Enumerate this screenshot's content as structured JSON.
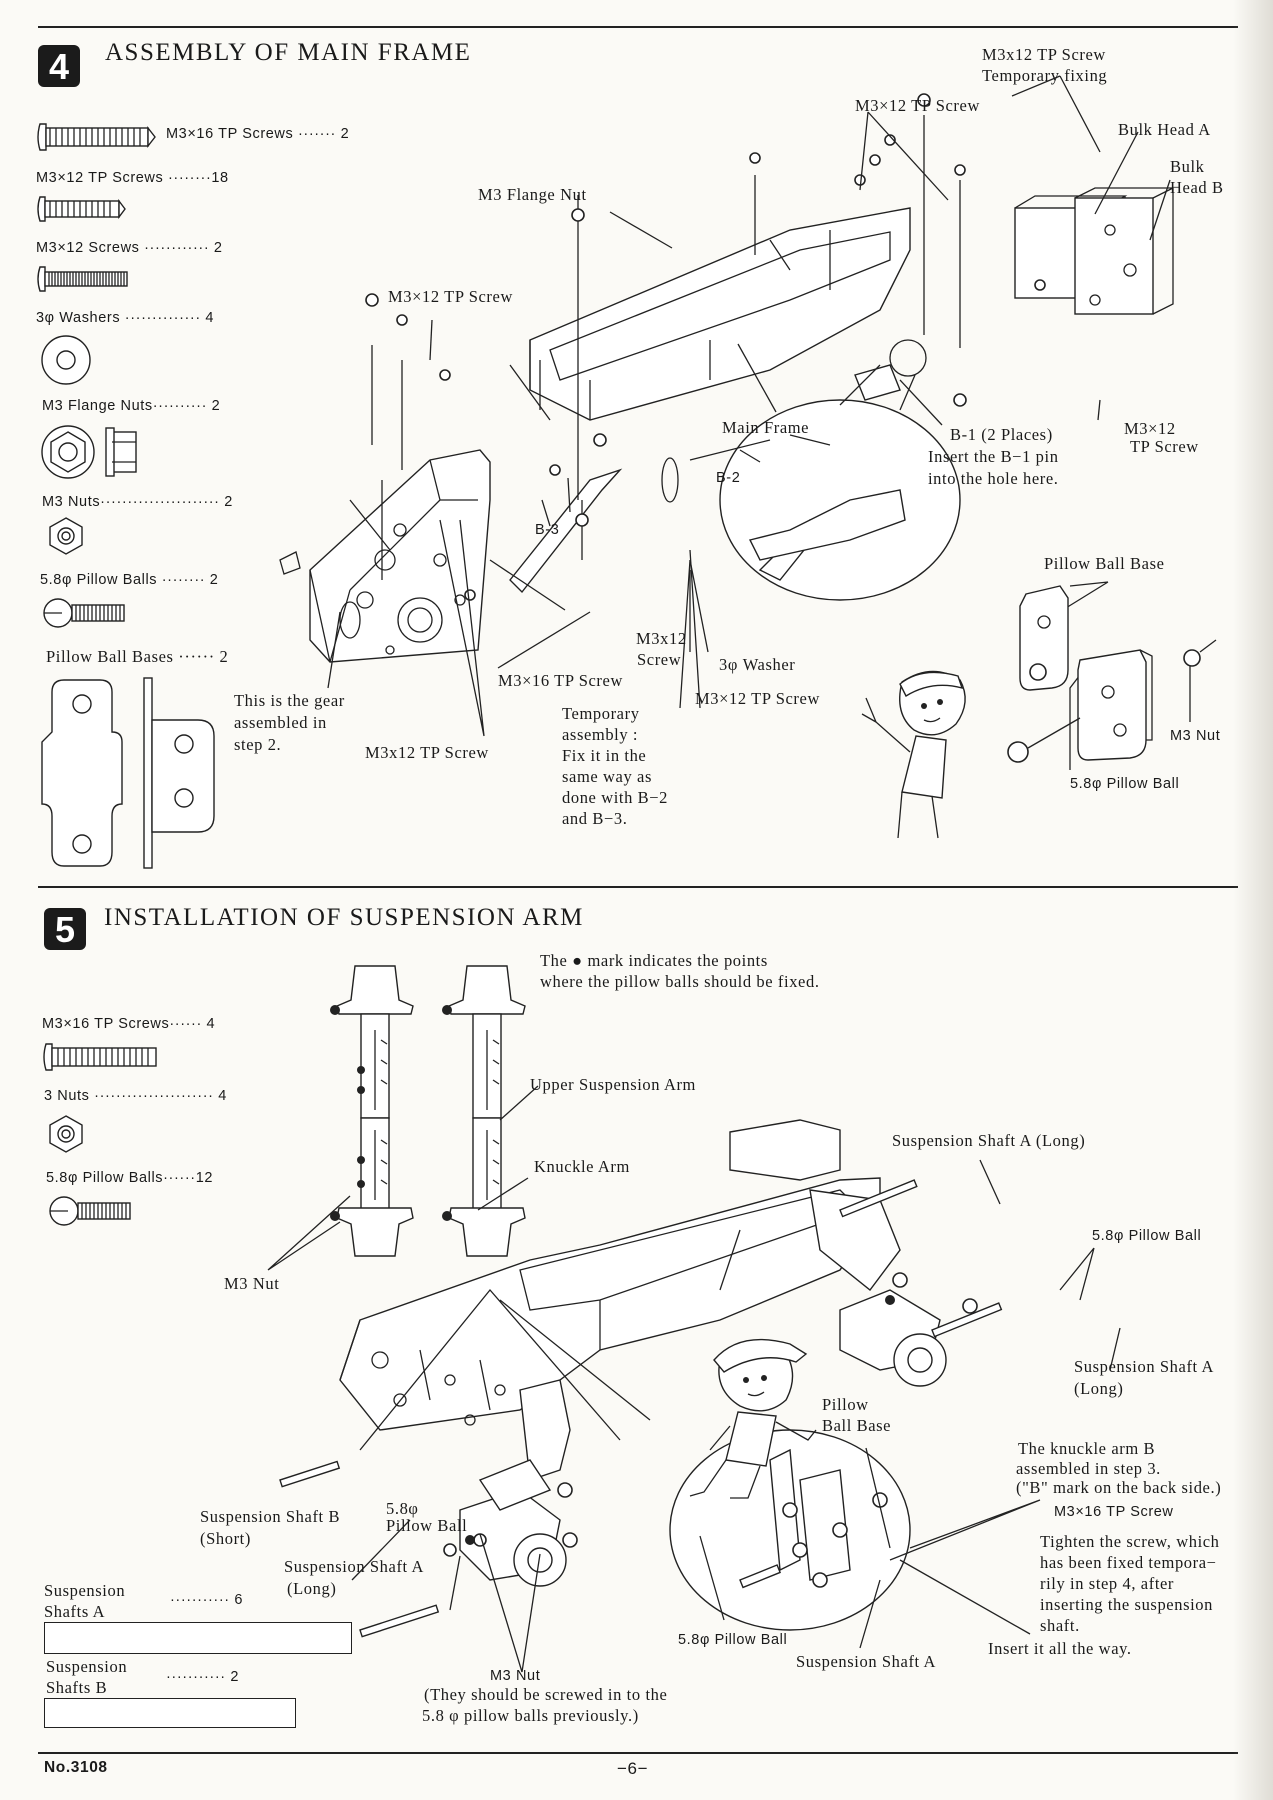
{
  "section4": {
    "number": "4",
    "title": "ASSEMBLY OF MAIN FRAME",
    "parts": [
      {
        "name": "M3×16 TP Screws ······· 2"
      },
      {
        "name": "M3×12 TP Screws ········18"
      },
      {
        "name": "M3×12 Screws ············ 2"
      },
      {
        "name": "3φ Washers ·············· 4"
      },
      {
        "name": "M3 Flange Nuts·········· 2"
      },
      {
        "name": "M3 Nuts······················ 2"
      },
      {
        "name": "5.8φ Pillow Balls ········ 2"
      },
      {
        "name": "Pillow Ball Bases ······ 2"
      }
    ],
    "callouts": {
      "temp_fixing_1": "M3x12 TP Screw",
      "temp_fixing_2": "Temporary fixing",
      "m3x12_tp_screw_top": "M3×12 TP Screw",
      "bulk_head_a": "Bulk Head A",
      "bulk_head_b_1": "Bulk",
      "bulk_head_b_2": "Head B",
      "m3_flange_nut": "M3 Flange Nut",
      "m3x12_tp_screw_left": "M3×12 TP Screw",
      "main_frame": "Main Frame",
      "b1_places": "B-1 (2 Places)",
      "b1_insert_1": "Insert the B−1 pin",
      "b1_insert_2": "into the hole here.",
      "m3x12_tp_screw_right_1": "M3×12",
      "m3x12_tp_screw_right_2": "TP Screw",
      "b2": "B-2",
      "b3": "B-3",
      "pillow_ball_base": "Pillow Ball Base",
      "m3x12_screw_1": "M3x12",
      "m3x12_screw_2": "Screw",
      "washer_3": "3φ Washer",
      "m3x16_tp_screw": "M3×16 TP Screw",
      "m3x12_tp_screw_bottom": "M3×12 TP Screw",
      "m3_nut": "M3 Nut",
      "pillow_ball_58": "5.8φ Pillow Ball",
      "gear_note_1": "This is the gear",
      "gear_note_2": "assembled in",
      "gear_note_3": "step 2.",
      "m3x12_tp_screw_gear": "M3x12 TP Screw",
      "temp_assembly_1": "Temporary",
      "temp_assembly_2": "assembly :",
      "temp_assembly_3": "Fix it in the",
      "temp_assembly_4": "same way as",
      "temp_assembly_5": "done with B−2",
      "temp_assembly_6": "and B−3."
    }
  },
  "section5": {
    "number": "5",
    "title": "INSTALLATION OF SUSPENSION ARM",
    "parts": [
      {
        "name": "M3×16 TP Screws······ 4"
      },
      {
        "name": "3 Nuts ······················ 4"
      },
      {
        "name": "5.8φ Pillow Balls······12"
      }
    ],
    "shafts": [
      {
        "line1": "Suspension",
        "line2": "Shafts A",
        "qty": "··········· 6"
      },
      {
        "line1": "Suspension",
        "line2": "Shafts B",
        "qty": "··········· 2"
      }
    ],
    "callouts": {
      "mark_note_1": "The ● mark indicates the points",
      "mark_note_2": "where the pillow balls should be fixed.",
      "upper_arm": "Upper Suspension Arm",
      "knuckle_arm": "Knuckle Arm",
      "m3_nut_left": "M3 Nut",
      "shaft_a_long_top": "Suspension Shaft A (Long)",
      "pillow_ball_right": "5.8φ Pillow Ball",
      "shaft_a_long_right_1": "Suspension Shaft A",
      "shaft_a_long_right_2": "(Long)",
      "pillow_ball_base_1": "Pillow",
      "pillow_ball_base_2": "Ball Base",
      "knuckle_b_1": "The knuckle arm B",
      "knuckle_b_2": "assembled in step 3.",
      "knuckle_b_3": "(\"B\" mark on the back side.)",
      "m3x16_tp_screw": "M3×16 TP Screw",
      "tighten_1": "Tighten the screw, which",
      "tighten_2": "has been fixed tempora−",
      "tighten_3": "rily in step 4, after",
      "tighten_4": "inserting the suspension",
      "tighten_5": "shaft.",
      "insert_all": "Insert it all the way.",
      "shaft_b_short_1": "Suspension Shaft B",
      "shaft_b_short_2": "(Short)",
      "pillow_ball_mid_1": "5.8φ",
      "pillow_ball_mid_2": "Pillow Ball",
      "shaft_a_long_mid_1": "Suspension Shaft A",
      "shaft_a_long_mid_2": "(Long)",
      "pillow_ball_bottom": "5.8φ Pillow Ball",
      "shaft_a_bottom": "Suspension Shaft A",
      "m3_nut_bottom": "M3 Nut",
      "m3_nut_note_1": "(They should be screwed in to the",
      "m3_nut_note_2": "5.8 φ pillow balls previously.)"
    }
  },
  "footer": {
    "doc_number": "No.3108",
    "page": "−6−"
  }
}
